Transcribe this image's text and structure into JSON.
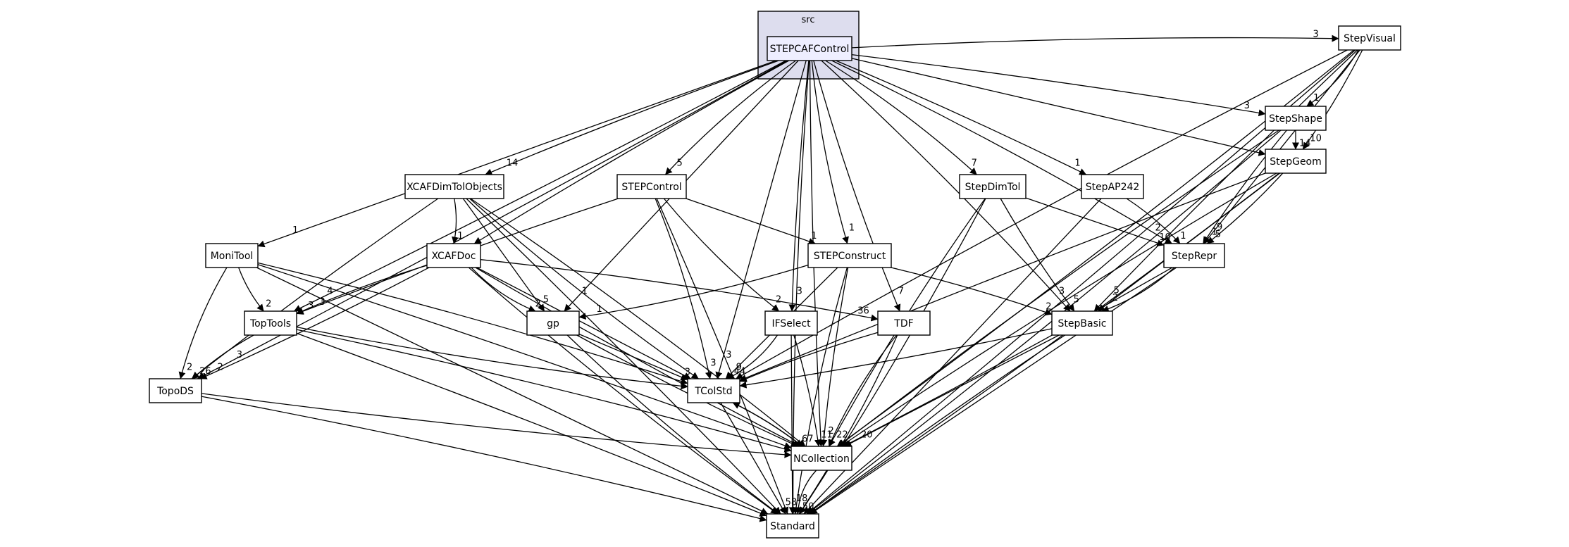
{
  "cluster": {
    "label": "src"
  },
  "main_node": {
    "id": "STEPCAFControl",
    "label": "STEPCAFControl"
  },
  "nodes": [
    {
      "id": "StepVisual",
      "label": "StepVisual"
    },
    {
      "id": "StepShape",
      "label": "StepShape"
    },
    {
      "id": "StepGeom",
      "label": "StepGeom"
    },
    {
      "id": "XCAFDimTolObjects",
      "label": "XCAFDimTolObjects"
    },
    {
      "id": "STEPControl",
      "label": "STEPControl"
    },
    {
      "id": "StepDimTol",
      "label": "StepDimTol"
    },
    {
      "id": "StepAP242",
      "label": "StepAP242"
    },
    {
      "id": "MoniTool",
      "label": "MoniTool"
    },
    {
      "id": "XCAFDoc",
      "label": "XCAFDoc"
    },
    {
      "id": "STEPConstruct",
      "label": "STEPConstruct"
    },
    {
      "id": "StepRepr",
      "label": "StepRepr"
    },
    {
      "id": "TopTools",
      "label": "TopTools"
    },
    {
      "id": "gp",
      "label": "gp"
    },
    {
      "id": "IFSelect",
      "label": "IFSelect"
    },
    {
      "id": "TDF",
      "label": "TDF"
    },
    {
      "id": "StepBasic",
      "label": "StepBasic"
    },
    {
      "id": "TopoDS",
      "label": "TopoDS"
    },
    {
      "id": "TColStd",
      "label": "TColStd"
    },
    {
      "id": "NCollection",
      "label": "NCollection"
    },
    {
      "id": "Standard",
      "label": "Standard"
    }
  ],
  "edges": [
    {
      "from": "STEPCAFControl",
      "to": "StepVisual",
      "label": "3"
    },
    {
      "from": "STEPCAFControl",
      "to": "StepShape",
      "label": "3"
    },
    {
      "from": "STEPCAFControl",
      "to": "StepGeom",
      "label": ""
    },
    {
      "from": "STEPCAFControl",
      "to": "XCAFDimTolObjects",
      "label": "14"
    },
    {
      "from": "STEPCAFControl",
      "to": "STEPControl",
      "label": "5"
    },
    {
      "from": "STEPCAFControl",
      "to": "StepDimTol",
      "label": "7"
    },
    {
      "from": "STEPCAFControl",
      "to": "StepAP242",
      "label": "1"
    },
    {
      "from": "STEPCAFControl",
      "to": "MoniTool",
      "label": "1"
    },
    {
      "from": "STEPCAFControl",
      "to": "XCAFDoc",
      "label": ""
    },
    {
      "from": "STEPCAFControl",
      "to": "STEPConstruct",
      "label": "1"
    },
    {
      "from": "STEPCAFControl",
      "to": "StepRepr",
      "label": "2"
    },
    {
      "from": "STEPCAFControl",
      "to": "TopTools",
      "label": "4"
    },
    {
      "from": "STEPCAFControl",
      "to": "gp",
      "label": "1"
    },
    {
      "from": "STEPCAFControl",
      "to": "IFSelect",
      "label": "3"
    },
    {
      "from": "STEPCAFControl",
      "to": "TDF",
      "label": "7"
    },
    {
      "from": "STEPCAFControl",
      "to": "StepBasic",
      "label": "3"
    },
    {
      "from": "STEPCAFControl",
      "to": "TopoDS",
      "label": "3"
    },
    {
      "from": "STEPCAFControl",
      "to": "TColStd",
      "label": "3"
    },
    {
      "from": "STEPCAFControl",
      "to": "NCollection",
      "label": ""
    },
    {
      "from": "STEPCAFControl",
      "to": "Standard",
      "label": ""
    },
    {
      "from": "StepVisual",
      "to": "StepShape",
      "label": "1"
    },
    {
      "from": "StepVisual",
      "to": "StepGeom",
      "label": "10"
    },
    {
      "from": "StepVisual",
      "to": "StepRepr",
      "label": "9"
    },
    {
      "from": "StepVisual",
      "to": "StepBasic",
      "label": "5"
    },
    {
      "from": "StepVisual",
      "to": "TColStd",
      "label": ""
    },
    {
      "from": "StepVisual",
      "to": "NCollection",
      "label": ""
    },
    {
      "from": "StepVisual",
      "to": "Standard",
      "label": ""
    },
    {
      "from": "StepShape",
      "to": "StepGeom",
      "label": "14"
    },
    {
      "from": "StepShape",
      "to": "StepRepr",
      "label": "1"
    },
    {
      "from": "StepShape",
      "to": "NCollection",
      "label": ""
    },
    {
      "from": "StepShape",
      "to": "Standard",
      "label": ""
    },
    {
      "from": "StepGeom",
      "to": "StepRepr",
      "label": "5"
    },
    {
      "from": "StepGeom",
      "to": "StepBasic",
      "label": "2"
    },
    {
      "from": "StepGeom",
      "to": "TColStd",
      "label": ""
    },
    {
      "from": "StepGeom",
      "to": "NCollection",
      "label": ""
    },
    {
      "from": "StepGeom",
      "to": "Standard",
      "label": ""
    },
    {
      "from": "XCAFDimTolObjects",
      "to": "XCAFDoc",
      "label": "1"
    },
    {
      "from": "XCAFDimTolObjects",
      "to": "gp",
      "label": "5"
    },
    {
      "from": "XCAFDimTolObjects",
      "to": "TopoDS",
      "label": ""
    },
    {
      "from": "XCAFDimTolObjects",
      "to": "TColStd",
      "label": ""
    },
    {
      "from": "XCAFDimTolObjects",
      "to": "NCollection",
      "label": ""
    },
    {
      "from": "XCAFDimTolObjects",
      "to": "Standard",
      "label": ""
    },
    {
      "from": "STEPControl",
      "to": "STEPConstruct",
      "label": "1"
    },
    {
      "from": "STEPControl",
      "to": "TopTools",
      "label": "3"
    },
    {
      "from": "STEPControl",
      "to": "IFSelect",
      "label": "2"
    },
    {
      "from": "STEPControl",
      "to": "TColStd",
      "label": "3"
    },
    {
      "from": "STEPControl",
      "to": "Standard",
      "label": ""
    },
    {
      "from": "StepDimTol",
      "to": "StepRepr",
      "label": "10"
    },
    {
      "from": "StepDimTol",
      "to": "StepBasic",
      "label": "5"
    },
    {
      "from": "StepDimTol",
      "to": "NCollection",
      "label": ""
    },
    {
      "from": "StepDimTol",
      "to": "Standard",
      "label": ""
    },
    {
      "from": "StepAP242",
      "to": "StepRepr",
      "label": "1"
    },
    {
      "from": "StepAP242",
      "to": "Standard",
      "label": ""
    },
    {
      "from": "MoniTool",
      "to": "TopTools",
      "label": "2"
    },
    {
      "from": "MoniTool",
      "to": "TopoDS",
      "label": "2"
    },
    {
      "from": "MoniTool",
      "to": "TColStd",
      "label": ""
    },
    {
      "from": "MoniTool",
      "to": "NCollection",
      "label": ""
    },
    {
      "from": "MoniTool",
      "to": "Standard",
      "label": ""
    },
    {
      "from": "XCAFDoc",
      "to": "TopTools",
      "label": "3"
    },
    {
      "from": "XCAFDoc",
      "to": "gp",
      "label": "2"
    },
    {
      "from": "XCAFDoc",
      "to": "TDF",
      "label": "36"
    },
    {
      "from": "XCAFDoc",
      "to": "TopoDS",
      "label": "2"
    },
    {
      "from": "XCAFDoc",
      "to": "TColStd",
      "label": ""
    },
    {
      "from": "XCAFDoc",
      "to": "NCollection",
      "label": ""
    },
    {
      "from": "XCAFDoc",
      "to": "Standard",
      "label": ""
    },
    {
      "from": "STEPConstruct",
      "to": "gp",
      "label": "1"
    },
    {
      "from": "STEPConstruct",
      "to": "StepBasic",
      "label": "2"
    },
    {
      "from": "STEPConstruct",
      "to": "TColStd",
      "label": "9"
    },
    {
      "from": "STEPConstruct",
      "to": "NCollection",
      "label": "2"
    },
    {
      "from": "STEPConstruct",
      "to": "Standard",
      "label": ""
    },
    {
      "from": "StepRepr",
      "to": "StepBasic",
      "label": ""
    },
    {
      "from": "StepRepr",
      "to": "NCollection",
      "label": ""
    },
    {
      "from": "StepRepr",
      "to": "Standard",
      "label": ""
    },
    {
      "from": "TopTools",
      "to": "TopoDS",
      "label": "26"
    },
    {
      "from": "TopTools",
      "to": "TColStd",
      "label": ""
    },
    {
      "from": "TopTools",
      "to": "NCollection",
      "label": ""
    },
    {
      "from": "TopTools",
      "to": "Standard",
      "label": ""
    },
    {
      "from": "gp",
      "to": "TColStd",
      "label": "3"
    },
    {
      "from": "gp",
      "to": "NCollection",
      "label": ""
    },
    {
      "from": "gp",
      "to": "Standard",
      "label": ""
    },
    {
      "from": "IFSelect",
      "to": "TColStd",
      "label": "44"
    },
    {
      "from": "IFSelect",
      "to": "NCollection",
      "label": "11"
    },
    {
      "from": "IFSelect",
      "to": "Standard",
      "label": "18"
    },
    {
      "from": "TDF",
      "to": "TColStd",
      "label": ""
    },
    {
      "from": "TDF",
      "to": "NCollection",
      "label": "22"
    },
    {
      "from": "TDF",
      "to": "Standard",
      "label": ""
    },
    {
      "from": "StepBasic",
      "to": "TColStd",
      "label": ""
    },
    {
      "from": "StepBasic",
      "to": "NCollection",
      "label": "20"
    },
    {
      "from": "StepBasic",
      "to": "Standard",
      "label": ""
    },
    {
      "from": "TopoDS",
      "to": "NCollection",
      "label": ""
    },
    {
      "from": "TopoDS",
      "to": "Standard",
      "label": ""
    },
    {
      "from": "TColStd",
      "to": "NCollection",
      "label": "67"
    },
    {
      "from": "TColStd",
      "to": "Standard",
      "label": "58"
    },
    {
      "from": "NCollection",
      "to": "TColStd",
      "label": ""
    },
    {
      "from": "NCollection",
      "to": "Standard",
      "label": "50"
    }
  ]
}
